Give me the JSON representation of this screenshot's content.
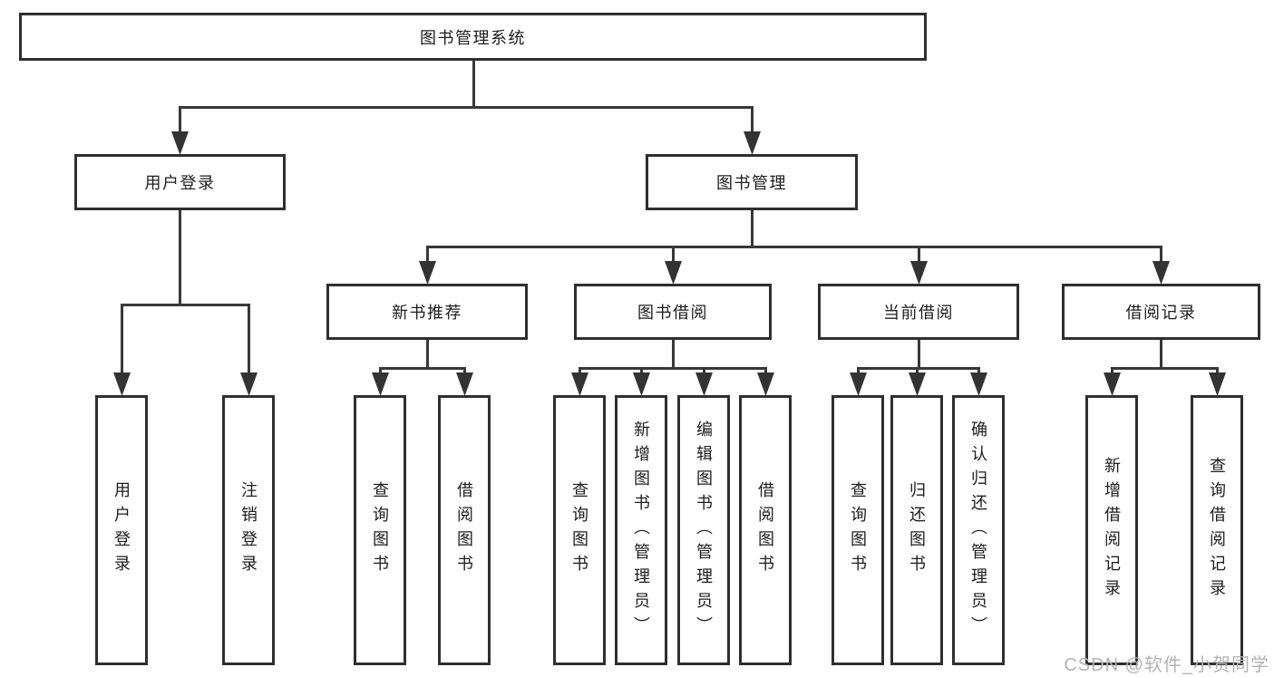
{
  "colors": {
    "line": "#383838",
    "box_border": "#2f2f2f",
    "text": "#1d1d1d",
    "watermark": "#b3b3b3"
  },
  "tree": {
    "label": "图书管理系统",
    "children": [
      {
        "label": "用户登录",
        "children": [
          {
            "label": "用户登录"
          },
          {
            "label": "注销登录"
          }
        ]
      },
      {
        "label": "图书管理",
        "children": [
          {
            "label": "新书推荐",
            "children": [
              {
                "label": "查询图书"
              },
              {
                "label": "借阅图书"
              }
            ]
          },
          {
            "label": "图书借阅",
            "children": [
              {
                "label": "查询图书"
              },
              {
                "label": "新增图书（管理员）"
              },
              {
                "label": "编辑图书（管理员）"
              },
              {
                "label": "借阅图书"
              }
            ]
          },
          {
            "label": "当前借阅",
            "children": [
              {
                "label": "查询图书"
              },
              {
                "label": "归还图书"
              },
              {
                "label": "确认归还（管理员）"
              }
            ]
          },
          {
            "label": "借阅记录",
            "children": [
              {
                "label": "新增借阅记录"
              },
              {
                "label": "查询借阅记录"
              }
            ]
          }
        ]
      }
    ]
  },
  "watermark": {
    "text": "CSDN @软件_小贺同学"
  }
}
